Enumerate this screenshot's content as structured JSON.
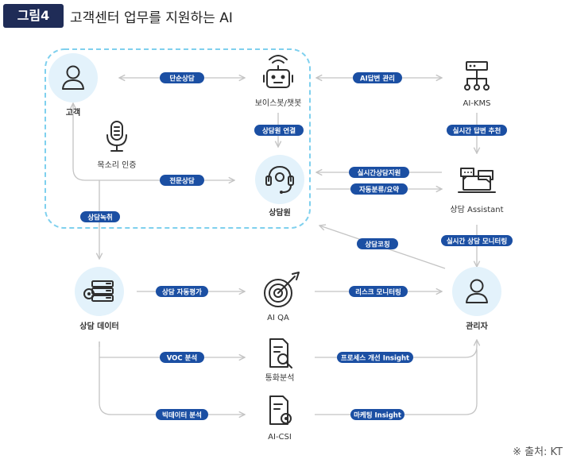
{
  "figure": {
    "badge": "그림4",
    "title": "고객센터 업무를 지원하는 AI",
    "source": "※ 출처: KT"
  },
  "nodes": {
    "customer": "고객",
    "voicebot": "보이스봇/챗봇",
    "aikms": "AI-KMS",
    "voice_auth": "목소리 인증",
    "agent": "상담원",
    "assistant": "상담 Assistant",
    "data": "상담 데이터",
    "aiqa": "AI QA",
    "manager": "관리자",
    "call_analysis": "통화분석",
    "aicsi": "AI-CSI"
  },
  "edges": {
    "simple": "단순상담",
    "ai_answer": "AI답변 관리",
    "agent_connect": "상담원 연결",
    "realtime_answer": "실시간 답변 추천",
    "expert": "전문상담",
    "realtime_support": "실시간상담지원",
    "auto_classify": "자동분류/요약",
    "recording": "상담녹취",
    "coaching": "상담코칭",
    "realtime_monitor": "실시간 상담 모니터링",
    "auto_eval": "상담 자동평가",
    "risk_monitor": "리스크 모니터링",
    "voc": "VOC 분석",
    "process_insight": "프로세스 개선 Insight",
    "bigdata": "빅데이터 분석",
    "marketing_insight": "마케팅 Insight"
  },
  "colors": {
    "pill": "#1b4fa3",
    "circle": "#e3f2fb",
    "dashed_border": "#7fd0ee",
    "badge": "#1f2c57"
  }
}
